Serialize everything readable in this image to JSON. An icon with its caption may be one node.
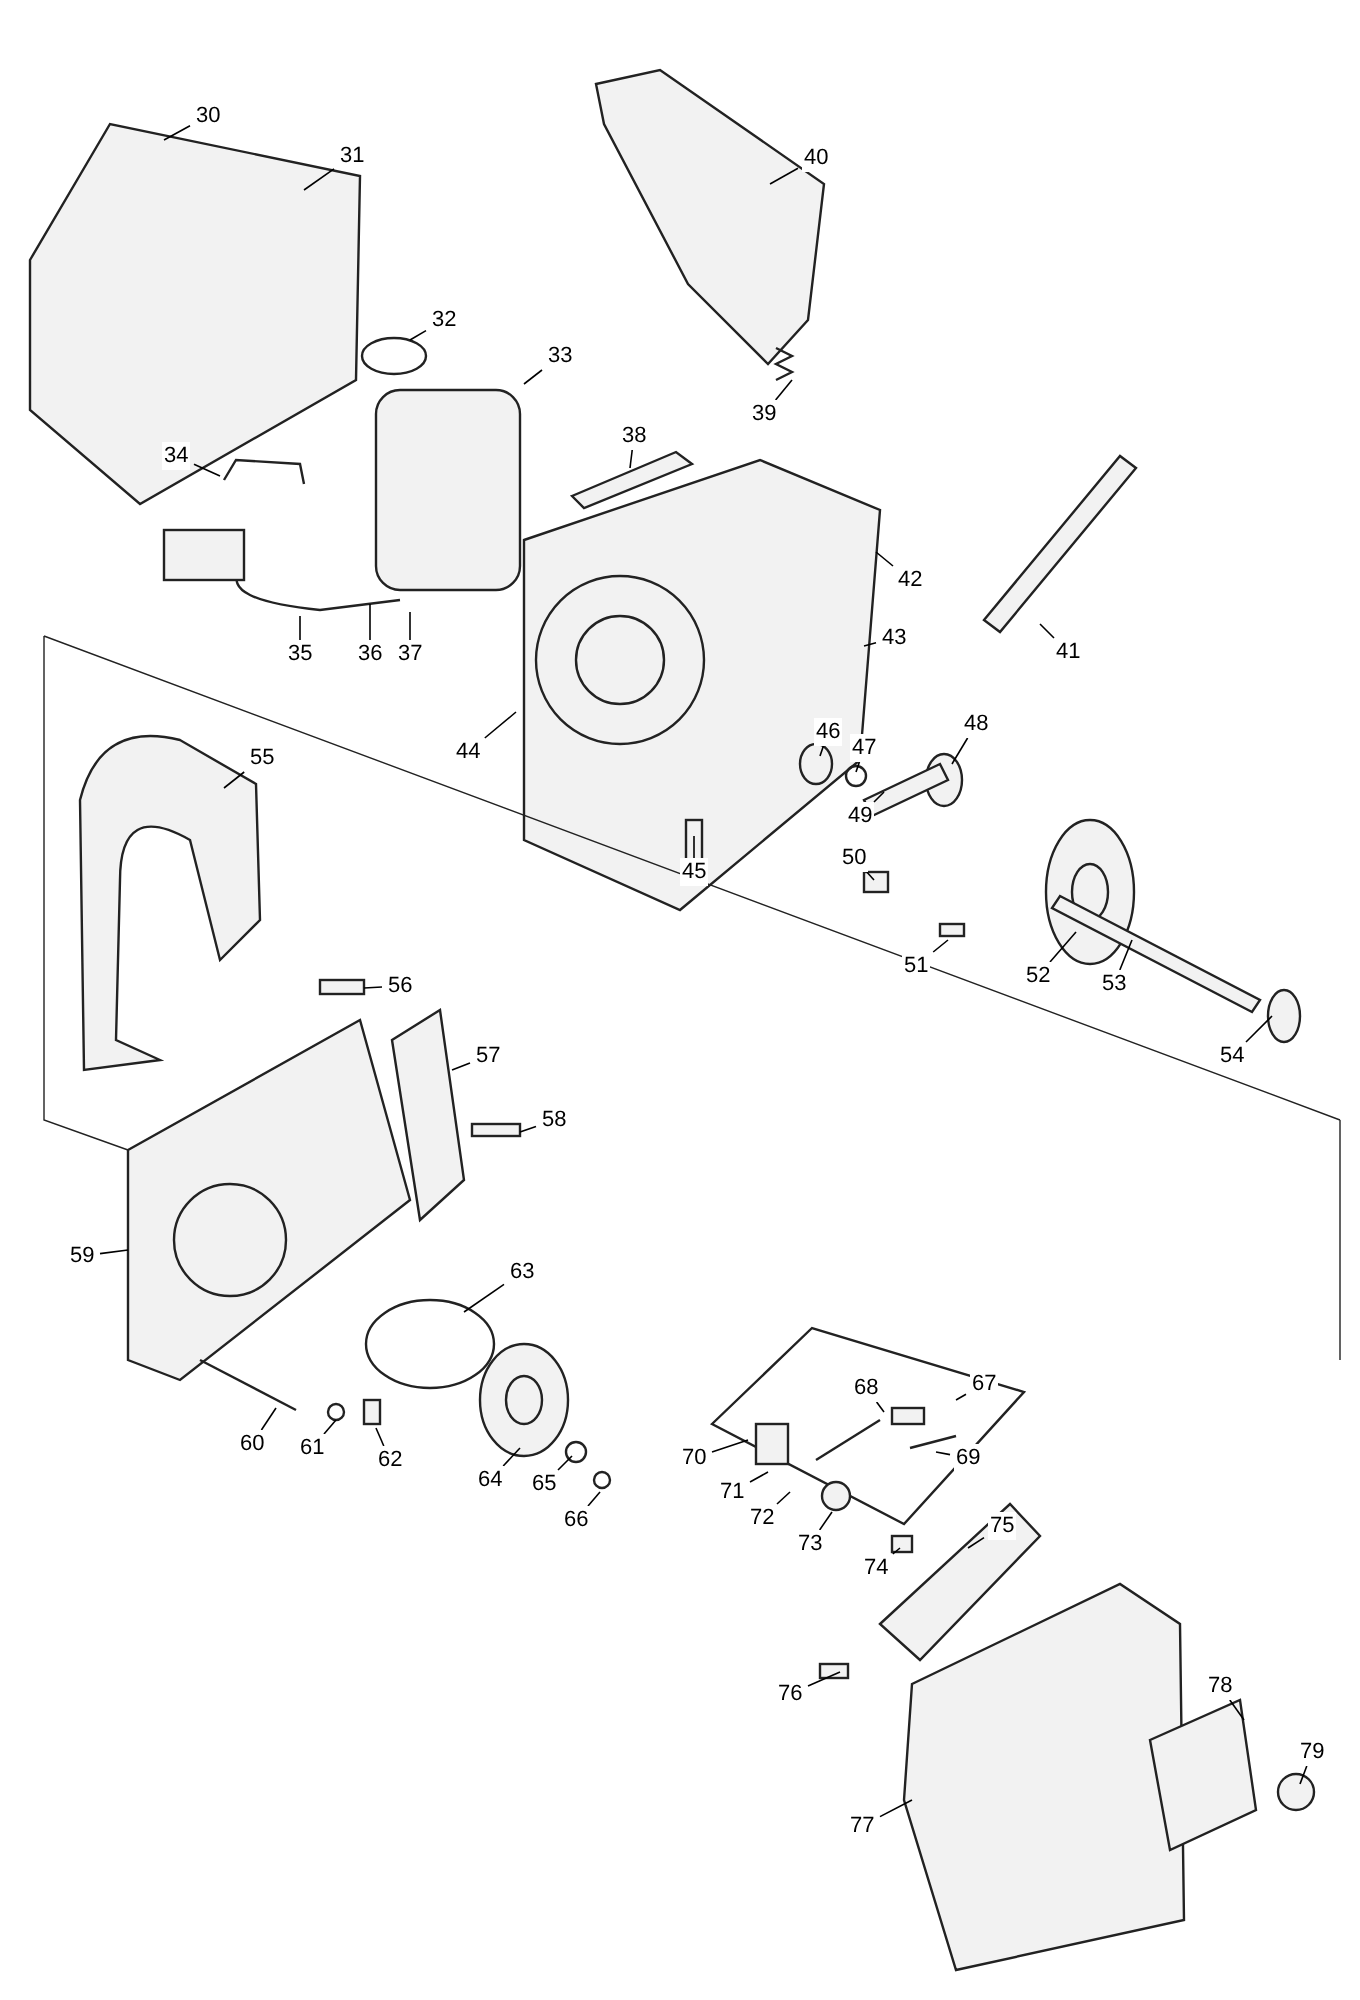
{
  "diagram": {
    "nodes": [
      {
        "text": [
          "30"
        ]
      },
      {
        "text": [
          "31"
        ]
      },
      {
        "text": [
          "32"
        ]
      },
      {
        "text": [
          "33"
        ]
      },
      {
        "text": [
          "34"
        ]
      },
      {
        "text": [
          "35"
        ]
      },
      {
        "text": [
          "36"
        ]
      },
      {
        "text": [
          "37"
        ]
      },
      {
        "text": [
          "38"
        ]
      },
      {
        "text": [
          "39"
        ]
      },
      {
        "text": [
          "40"
        ]
      },
      {
        "text": [
          "41"
        ]
      },
      {
        "text": [
          "42"
        ]
      },
      {
        "text": [
          "43"
        ]
      },
      {
        "text": [
          "44"
        ]
      },
      {
        "text": [
          "45"
        ]
      },
      {
        "text": [
          "46"
        ]
      },
      {
        "text": [
          "47"
        ]
      },
      {
        "text": [
          "48"
        ]
      },
      {
        "text": [
          "49"
        ]
      },
      {
        "text": [
          "50"
        ]
      },
      {
        "text": [
          "51"
        ]
      },
      {
        "text": [
          "52"
        ]
      },
      {
        "text": [
          "53"
        ]
      },
      {
        "text": [
          "54"
        ]
      },
      {
        "text": [
          "55"
        ]
      },
      {
        "text": [
          "56"
        ]
      },
      {
        "text": [
          "57"
        ]
      },
      {
        "text": [
          "58"
        ]
      },
      {
        "text": [
          "59"
        ]
      },
      {
        "text": [
          "60"
        ]
      },
      {
        "text": [
          "61"
        ]
      },
      {
        "text": [
          "62"
        ]
      },
      {
        "text": [
          "63"
        ]
      },
      {
        "text": [
          "64"
        ]
      },
      {
        "text": [
          "65"
        ]
      },
      {
        "text": [
          "66"
        ]
      },
      {
        "text": [
          "67"
        ]
      },
      {
        "text": [
          "68"
        ]
      },
      {
        "text": [
          "69"
        ]
      },
      {
        "text": [
          "70"
        ]
      },
      {
        "text": [
          "71"
        ]
      },
      {
        "text": [
          "72"
        ]
      },
      {
        "text": [
          "73"
        ]
      },
      {
        "text": [
          "74"
        ]
      },
      {
        "text": [
          "75"
        ]
      },
      {
        "text": [
          "76"
        ]
      },
      {
        "text": [
          "77"
        ]
      },
      {
        "text": [
          "78"
        ]
      },
      {
        "text": [
          "79"
        ]
      }
    ],
    "edges": [
      {
        "from": 0,
        "to": null,
        "arrow": "none"
      },
      {
        "from": 1,
        "to": null,
        "arrow": "none"
      },
      {
        "from": 2,
        "to": null,
        "arrow": "none"
      },
      {
        "from": 3,
        "to": null,
        "arrow": "none"
      },
      {
        "from": 4,
        "to": null,
        "arrow": "none"
      },
      {
        "from": 5,
        "to": null,
        "arrow": "none"
      },
      {
        "from": 6,
        "to": null,
        "arrow": "none"
      },
      {
        "from": 7,
        "to": null,
        "arrow": "none"
      },
      {
        "from": 8,
        "to": null,
        "arrow": "none"
      },
      {
        "from": 9,
        "to": null,
        "arrow": "none"
      },
      {
        "from": 10,
        "to": null,
        "arrow": "none"
      },
      {
        "from": 11,
        "to": null,
        "arrow": "none"
      },
      {
        "from": 12,
        "to": null,
        "arrow": "none"
      },
      {
        "from": 13,
        "to": null,
        "arrow": "none"
      },
      {
        "from": 14,
        "to": null,
        "arrow": "none"
      },
      {
        "from": 15,
        "to": null,
        "arrow": "none"
      },
      {
        "from": 16,
        "to": null,
        "arrow": "none"
      },
      {
        "from": 17,
        "to": null,
        "arrow": "none"
      },
      {
        "from": 18,
        "to": null,
        "arrow": "none"
      },
      {
        "from": 19,
        "to": null,
        "arrow": "none"
      },
      {
        "from": 20,
        "to": null,
        "arrow": "none"
      },
      {
        "from": 21,
        "to": null,
        "arrow": "none"
      },
      {
        "from": 22,
        "to": null,
        "arrow": "none"
      },
      {
        "from": 23,
        "to": null,
        "arrow": "none"
      },
      {
        "from": 24,
        "to": null,
        "arrow": "none"
      },
      {
        "from": 25,
        "to": null,
        "arrow": "none"
      },
      {
        "from": 26,
        "to": null,
        "arrow": "none"
      },
      {
        "from": 27,
        "to": null,
        "arrow": "none"
      },
      {
        "from": 28,
        "to": null,
        "arrow": "none"
      },
      {
        "from": 29,
        "to": null,
        "arrow": "none"
      },
      {
        "from": 30,
        "to": null,
        "arrow": "none"
      },
      {
        "from": 31,
        "to": null,
        "arrow": "none"
      },
      {
        "from": 32,
        "to": null,
        "arrow": "none"
      },
      {
        "from": 33,
        "to": null,
        "arrow": "none"
      },
      {
        "from": 34,
        "to": null,
        "arrow": "none"
      },
      {
        "from": 35,
        "to": null,
        "arrow": "none"
      },
      {
        "from": 36,
        "to": null,
        "arrow": "none"
      },
      {
        "from": 37,
        "to": null,
        "arrow": "none"
      },
      {
        "from": 38,
        "to": null,
        "arrow": "none"
      },
      {
        "from": 39,
        "to": null,
        "arrow": "none"
      },
      {
        "from": 40,
        "to": null,
        "arrow": "none"
      },
      {
        "from": 41,
        "to": null,
        "arrow": "none"
      },
      {
        "from": 42,
        "to": null,
        "arrow": "none"
      },
      {
        "from": 43,
        "to": null,
        "arrow": "none"
      },
      {
        "from": 44,
        "to": null,
        "arrow": "none"
      },
      {
        "from": 45,
        "to": null,
        "arrow": "none"
      },
      {
        "from": 46,
        "to": null,
        "arrow": "none"
      },
      {
        "from": 47,
        "to": null,
        "arrow": "none"
      },
      {
        "from": 48,
        "to": null,
        "arrow": "none"
      },
      {
        "from": 49,
        "to": null,
        "arrow": "none"
      }
    ]
  }
}
